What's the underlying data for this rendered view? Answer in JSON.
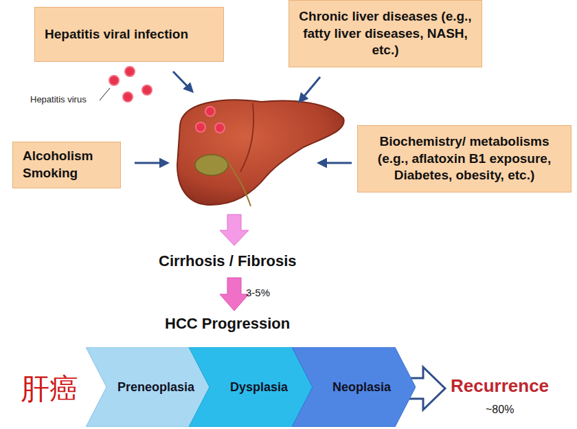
{
  "diagram": {
    "nodes": [
      {
        "text": [
          "Hepatitis viral infection"
        ]
      },
      {
        "text": [
          "Chronic liver diseases (e.g., fatty liver diseases, NASH, etc.)"
        ]
      },
      {
        "text": [
          "Alcoholism Smoking"
        ]
      },
      {
        "text": [
          "Biochemistry/ metabolisms (e.g., aflatoxin B1 exposure, Diabetes, obesity, etc.)"
        ]
      },
      {
        "text": [
          "Preneoplasia"
        ]
      },
      {
        "text": [
          "Dysplasia"
        ]
      },
      {
        "text": [
          "Neoplasia"
        ]
      }
    ],
    "labels": [
      "Hepatitis virus",
      "Cirrhosis / Fibrosis",
      "3-5%",
      "HCC Progression",
      "肝癌",
      "Recurrence",
      "~80%"
    ]
  }
}
